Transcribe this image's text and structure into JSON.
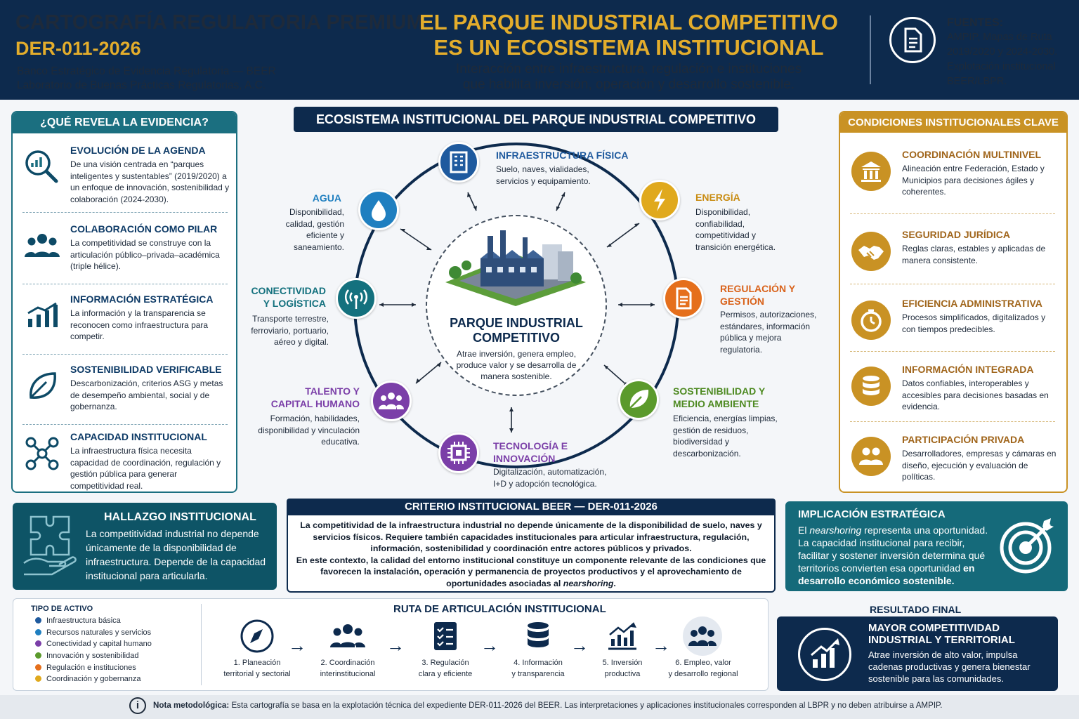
{
  "header": {
    "title1": "CARTOGRAFÍA REGULATORIA PREMIUM",
    "title2": "DER-011-2026",
    "sub1": "Banco Estratégico de Evidencia Regulatoria — BEER",
    "sub2": "Laboratorio de Buenas Prácticas Regulatorias, A.C.",
    "main1": "EL PARQUE INDUSTRIAL COMPETITIVO",
    "main2": "ES UN ECOSISTEMA INSTITUCIONAL",
    "main_sub1": "Interacción entre infraestructura, regulación e instituciones",
    "main_sub2": "que habilita inversión, operación y desarrollo sostenible.",
    "sources_label": "FUENTES:",
    "sources_text": "AMPIP, Mapas de Ruta 2019/2020 y 2024-2030. Explotación institucional BEER/LBPR."
  },
  "left_panel": {
    "title": "¿QUÉ REVELA LA EVIDENCIA?",
    "items": [
      {
        "title": "EVOLUCIÓN DE LA AGENDA",
        "desc": "De una visión centrada en “parques inteligentes y sustentables” (2019/2020) a un enfoque de innovación, sostenibilidad y colaboración (2024-2030).",
        "icon": "magnifier-chart-icon"
      },
      {
        "title": "COLABORACIÓN COMO PILAR",
        "desc": "La competitividad se construye con la articulación público–privada–académica (triple hélice).",
        "icon": "group-icon"
      },
      {
        "title": "INFORMACIÓN ESTRATÉGICA",
        "desc": "La información y la transparencia se reconocen como infraestructura para competir.",
        "icon": "bar-chart-icon"
      },
      {
        "title": "SOSTENIBILIDAD VERIFICABLE",
        "desc": "Descarbonización, criterios ASG y metas de desempeño ambiental, social y de gobernanza.",
        "icon": "leaf-icon"
      },
      {
        "title": "CAPACIDAD INSTITUCIONAL",
        "desc": "La infraestructura física necesita capacidad de coordinación, regulación y gestión pública para generar competitividad real.",
        "icon": "network-icon"
      }
    ]
  },
  "center": {
    "title": "ECOSISTEMA INSTITUCIONAL DEL PARQUE INDUSTRIAL COMPETITIVO",
    "hub_title": "PARQUE INDUSTRIAL COMPETITIVO",
    "hub_desc": "Atrae inversión, genera empleo, produce valor y se desarrolla de manera sostenible.",
    "nodes": [
      {
        "title": "INFRAESTRUCTURA FÍSICA",
        "desc": "Suelo, naves, vialidades, servicios y equipamiento.",
        "color": "#1f5a9e",
        "icon": "building-icon"
      },
      {
        "title": "ENERGÍA",
        "desc": "Disponibilidad, confiabilidad, competitividad y transición energética.",
        "color": "#e0a91d",
        "icon": "lightning-icon"
      },
      {
        "title": "REGULACIÓN Y GESTIÓN",
        "desc": "Permisos, autorizaciones, estándares, información pública y mejora regulatoria.",
        "color": "#e56f1c",
        "icon": "document-icon"
      },
      {
        "title": "SOSTENIBILIDAD Y MEDIO AMBIENTE",
        "desc": "Eficiencia, energías limpias, gestión de residuos, biodiversidad y descarbonización.",
        "color": "#5b9a2c",
        "icon": "leaf-icon"
      },
      {
        "title": "TECNOLOGÍA E INNOVACIÓN",
        "desc": "Digitalización, automatización, I+D y adopción tecnológica.",
        "color": "#7b3fa8",
        "icon": "chip-icon"
      },
      {
        "title": "TALENTO Y CAPITAL HUMANO",
        "desc": "Formación, habilidades, disponibilidad y vinculación educativa.",
        "color": "#7b3fa8",
        "icon": "people-icon"
      },
      {
        "title": "CONECTIVIDAD Y LOGÍSTICA",
        "desc": "Transporte terrestre, ferroviario, portuario, aéreo y digital.",
        "color": "#14717e",
        "icon": "antenna-icon"
      },
      {
        "title": "AGUA",
        "desc": "Disponibilidad, calidad, gestión eficiente y saneamiento.",
        "color": "#1f7fc0",
        "icon": "water-drop-icon"
      }
    ]
  },
  "right_panel": {
    "title": "CONDICIONES INSTITUCIONALES CLAVE",
    "items": [
      {
        "title": "COORDINACIÓN MULTINIVEL",
        "desc": "Alineación entre Federación, Estado y Municipios para decisiones ágiles y coherentes.",
        "icon": "government-building-icon"
      },
      {
        "title": "SEGURIDAD JURÍDICA",
        "desc": "Reglas claras, estables y aplicadas de manera consistente.",
        "icon": "handshake-icon"
      },
      {
        "title": "EFICIENCIA ADMINISTRATIVA",
        "desc": "Procesos simplificados, digitalizados y con tiempos predecibles.",
        "icon": "stopwatch-icon"
      },
      {
        "title": "INFORMACIÓN INTEGRADA",
        "desc": "Datos confiables, interoperables y accesibles para decisiones basadas en evidencia.",
        "icon": "database-icon"
      },
      {
        "title": "PARTICIPACIÓN PRIVADA",
        "desc": "Desarrolladores, empresas y cámaras en diseño, ejecución y evaluación de políticas.",
        "icon": "people-icon"
      }
    ]
  },
  "hallazgo": {
    "title": "HALLAZGO INSTITUCIONAL",
    "desc": "La competitividad industrial no depende únicamente de la disponibilidad de infraestructura. Depende de la capacidad institucional para articularla."
  },
  "criterio": {
    "title": "CRITERIO INSTITUCIONAL BEER — DER-011-2026",
    "p1": "La competitividad de la infraestructura industrial no depende únicamente de la disponibilidad de suelo, naves y servicios físicos. Requiere también capacidades institucionales para articular infraestructura, regulación, información, sostenibilidad y coordinación entre actores públicos y privados.",
    "p2": "En este contexto, la calidad del entorno institucional constituye un componente relevante de las condiciones que favorecen la instalación, operación y permanencia de proyectos productivos y el aprovechamiento de oportunidades asociadas al",
    "p2_em": "nearshoring",
    "p2_end": "."
  },
  "implicacion": {
    "title": "IMPLICACIÓN ESTRATÉGICA",
    "pre": "El",
    "em": "nearshoring",
    "post": "representa una oportunidad. La capacidad institucional para recibir, facilitar y sostener inversión determina qué territorios convierten esa oportunidad",
    "bold": "en desarrollo económico sostenible."
  },
  "legend": {
    "title": "TIPO DE ACTIVO",
    "items": [
      {
        "label": "Infraestructura básica",
        "color": "#1f5a9e"
      },
      {
        "label": "Recursos naturales y servicios",
        "color": "#1f7fc0"
      },
      {
        "label": "Conectividad y capital humano",
        "color": "#7b3fa8"
      },
      {
        "label": "Innovación y sostenibilidad",
        "color": "#5b9a2c"
      },
      {
        "label": "Regulación e instituciones",
        "color": "#e56f1c"
      },
      {
        "label": "Coordinación y gobernanza",
        "color": "#e0a91d"
      }
    ]
  },
  "route": {
    "title": "RUTA DE ARTICULACIÓN INSTITUCIONAL",
    "steps": [
      {
        "l1": "1. Planeación",
        "l2": "territorial y sectorial",
        "icon": "compass-icon"
      },
      {
        "l1": "2. Coordinación",
        "l2": "interinstitucional",
        "icon": "group-icon"
      },
      {
        "l1": "3. Regulación",
        "l2": "clara y eficiente",
        "icon": "checklist-icon"
      },
      {
        "l1": "4. Información",
        "l2": "y transparencia",
        "icon": "database-icon"
      },
      {
        "l1": "5. Inversión",
        "l2": "productiva",
        "icon": "growth-chart-icon"
      },
      {
        "l1": "6. Empleo, valor",
        "l2": "y desarrollo regional",
        "icon": "people-icon"
      }
    ]
  },
  "resultado": {
    "label": "RESULTADO FINAL",
    "title": "MAYOR COMPETITIVIDAD INDUSTRIAL Y TERRITORIAL",
    "desc": "Atrae inversión de alto valor, impulsa cadenas productivas y genera bienestar sostenible para las comunidades."
  },
  "footer": {
    "label": "Nota metodológica:",
    "text": "Esta cartografía se basa en la explotación técnica del expediente DER-011-2026 del BEER. Las interpretaciones y aplicaciones institucionales corresponden al LBPR y no deben atribuirse a AMPIP."
  }
}
